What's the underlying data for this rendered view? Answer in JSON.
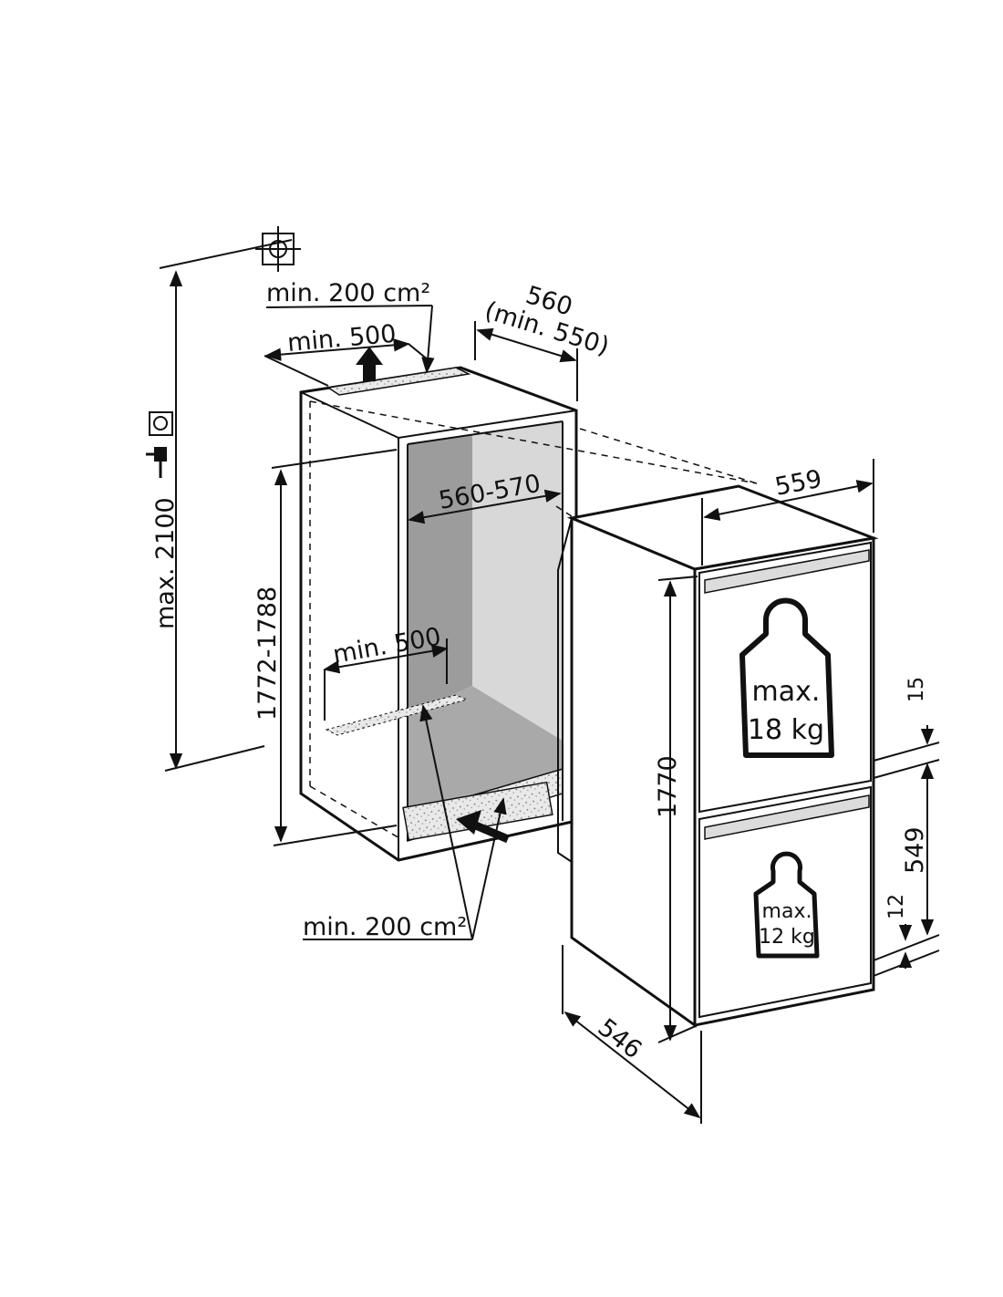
{
  "labels": {
    "vent_top_area": "min. 200 cm²",
    "vent_top_width": "min. 500",
    "niche_depth": "560",
    "niche_depth_min": "(min. 550)",
    "niche_width": "560-570",
    "niche_height": "1772-1788",
    "max_height": "max. 2100",
    "vent_bottom_width": "min. 500",
    "vent_bottom_area": "min. 200 cm²",
    "appliance_width": "559",
    "appliance_height": "1770",
    "appliance_depth": "546",
    "gap_top": "15",
    "lower_door_height": "549",
    "gap_bottom": "12",
    "upper_weight_label": "max.",
    "upper_weight_value": "18 kg",
    "lower_weight_label": "max.",
    "lower_weight_value": "12 kg"
  },
  "icons": [
    "crosshair-icon",
    "power-socket-icon",
    "plug-icon",
    "weight-icon"
  ]
}
